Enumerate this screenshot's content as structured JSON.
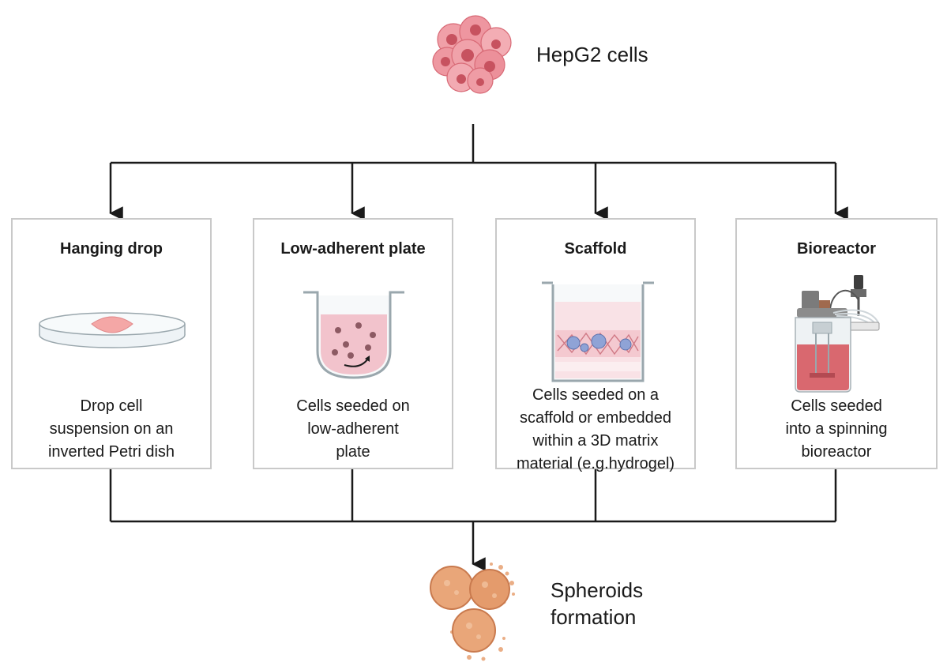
{
  "source": {
    "label": "HepG2 cells"
  },
  "methods": [
    {
      "title": "Hanging drop",
      "description": [
        "Drop cell",
        "suspension on an",
        "inverted Petri dish"
      ]
    },
    {
      "title": "Low-adherent plate",
      "description": [
        "Cells seeded on",
        "low-adherent",
        "plate"
      ]
    },
    {
      "title": "Scaffold",
      "description": [
        "Cells seeded on a",
        "scaffold or embedded",
        "within a 3D matrix",
        "material (e.g.hydrogel)"
      ]
    },
    {
      "title": "Bioreactor",
      "description": [
        "Cells seeded",
        "into a spinning",
        "bioreactor"
      ]
    }
  ],
  "result": {
    "label_lines": [
      "Spheroids",
      "formation"
    ]
  },
  "colors": {
    "line": "#1a1a1a",
    "box_border": "#c9c9c9",
    "cell_pink": "#e8808a",
    "medium_pink": "#f1c3cc",
    "spheroid_orange": "#e7a071"
  },
  "icons": [
    "hepg2-cell-cluster-icon",
    "petri-dish-icon",
    "low-adherent-well-icon",
    "scaffold-well-icon",
    "bioreactor-icon",
    "spheroids-icon"
  ]
}
